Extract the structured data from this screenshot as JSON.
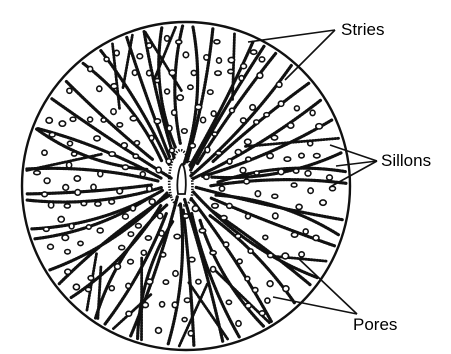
{
  "diagram": {
    "labels": {
      "stries": "Stries",
      "sillons": "Sillons",
      "pores": "Pores"
    },
    "colors": {
      "ink": "#111111",
      "background": "#ffffff"
    }
  }
}
